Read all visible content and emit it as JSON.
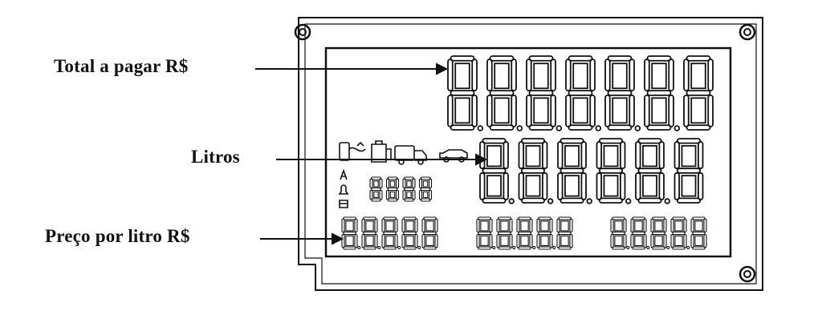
{
  "labels": {
    "total": "Total a pagar   R$",
    "litros": "Litros",
    "preco": "Preço por litro  R$"
  },
  "display": {
    "total_digits": 7,
    "litros_digits": 6,
    "unit_price_groups": 3,
    "unit_price_digits_per_group": 5,
    "small_counter_digits": 4,
    "reading_total": "8888888",
    "reading_litros": "888888",
    "reading_preco": "88888"
  },
  "icons": [
    "hose-nozzle-icon",
    "fuel-can-icon",
    "truck-icon",
    "car-icon",
    "letter-a-icon",
    "bell-icon",
    "tank-icon"
  ],
  "colors": {
    "stroke": "#111111",
    "background": "#ffffff"
  }
}
